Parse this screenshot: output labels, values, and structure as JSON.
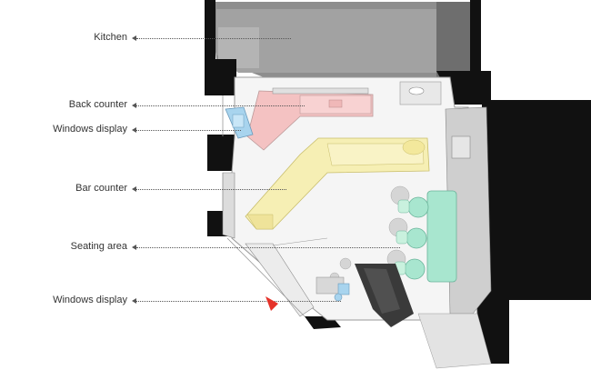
{
  "labels": {
    "kitchen": "Kitchen",
    "back_counter": "Back counter",
    "windows_display_top": "Windows display",
    "bar_counter": "Bar counter",
    "seating_area": "Seating area",
    "windows_display_bottom": "Windows display"
  },
  "colors": {
    "kitchen": "#8e8e8e",
    "back_counter": "#f4c2c2",
    "bar_counter": "#f6efb4",
    "seating": "#a8e6cf",
    "windows_display": "#a8d4ee",
    "walls": "#111111",
    "north_arrow": "#e5332a"
  }
}
